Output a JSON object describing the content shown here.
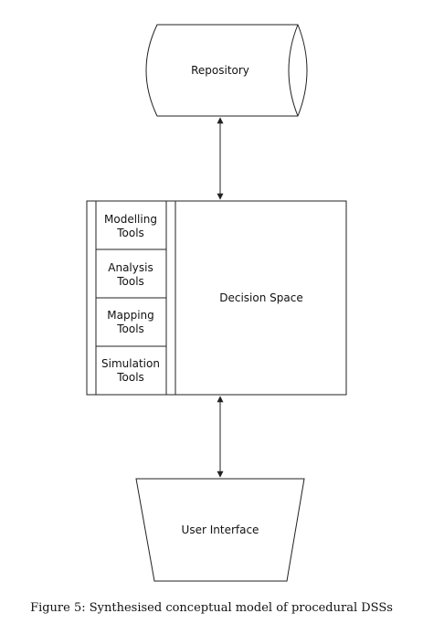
{
  "diagram": {
    "repository": {
      "label": "Repository"
    },
    "decision_space": {
      "label": "Decision Space"
    },
    "user_interface": {
      "label": "User Interface"
    },
    "tools": [
      {
        "line1": "Modelling",
        "line2": "Tools"
      },
      {
        "line1": "Analysis",
        "line2": "Tools"
      },
      {
        "line1": "Mapping",
        "line2": "Tools"
      },
      {
        "line1": "Simulation",
        "line2": "Tools"
      }
    ]
  },
  "caption": "Figure 5: Synthesised conceptual model of procedural DSSs"
}
